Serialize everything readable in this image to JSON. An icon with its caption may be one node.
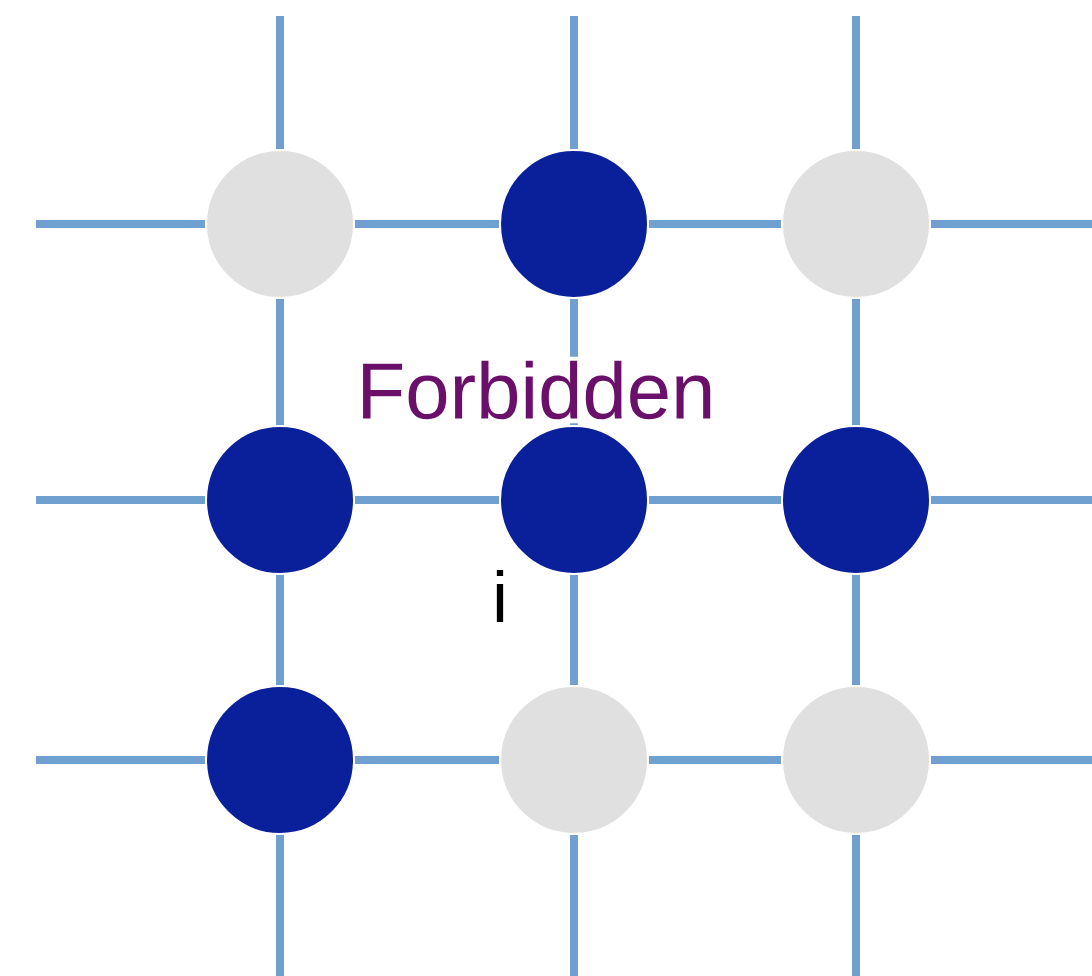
{
  "diagram": {
    "nodes": [
      {
        "text": [],
        "shape": "circle"
      },
      {
        "text": [],
        "shape": "circle"
      },
      {
        "text": [],
        "shape": "circle"
      },
      {
        "text": [],
        "shape": "circle"
      },
      {
        "text": [],
        "shape": "circle"
      },
      {
        "text": [],
        "shape": "circle"
      },
      {
        "text": [],
        "shape": "circle"
      },
      {
        "text": [],
        "shape": "circle"
      },
      {
        "text": [],
        "shape": "circle"
      }
    ],
    "edges": [
      {
        "from": 0,
        "to": 1,
        "arrow": "none"
      },
      {
        "from": 1,
        "to": 2,
        "arrow": "none"
      },
      {
        "from": 3,
        "to": 4,
        "arrow": "none"
      },
      {
        "from": 4,
        "to": 5,
        "arrow": "none"
      },
      {
        "from": 6,
        "to": 7,
        "arrow": "none"
      },
      {
        "from": 7,
        "to": 8,
        "arrow": "none"
      },
      {
        "from": 0,
        "to": 3,
        "arrow": "none"
      },
      {
        "from": 3,
        "to": 6,
        "arrow": "none"
      },
      {
        "from": 1,
        "to": 4,
        "arrow": "none"
      },
      {
        "from": 4,
        "to": 7,
        "arrow": "none"
      },
      {
        "from": 2,
        "to": 5,
        "arrow": "none"
      },
      {
        "from": 5,
        "to": 8,
        "arrow": "none"
      }
    ],
    "labels": [
      "Forbidden",
      "i"
    ]
  }
}
